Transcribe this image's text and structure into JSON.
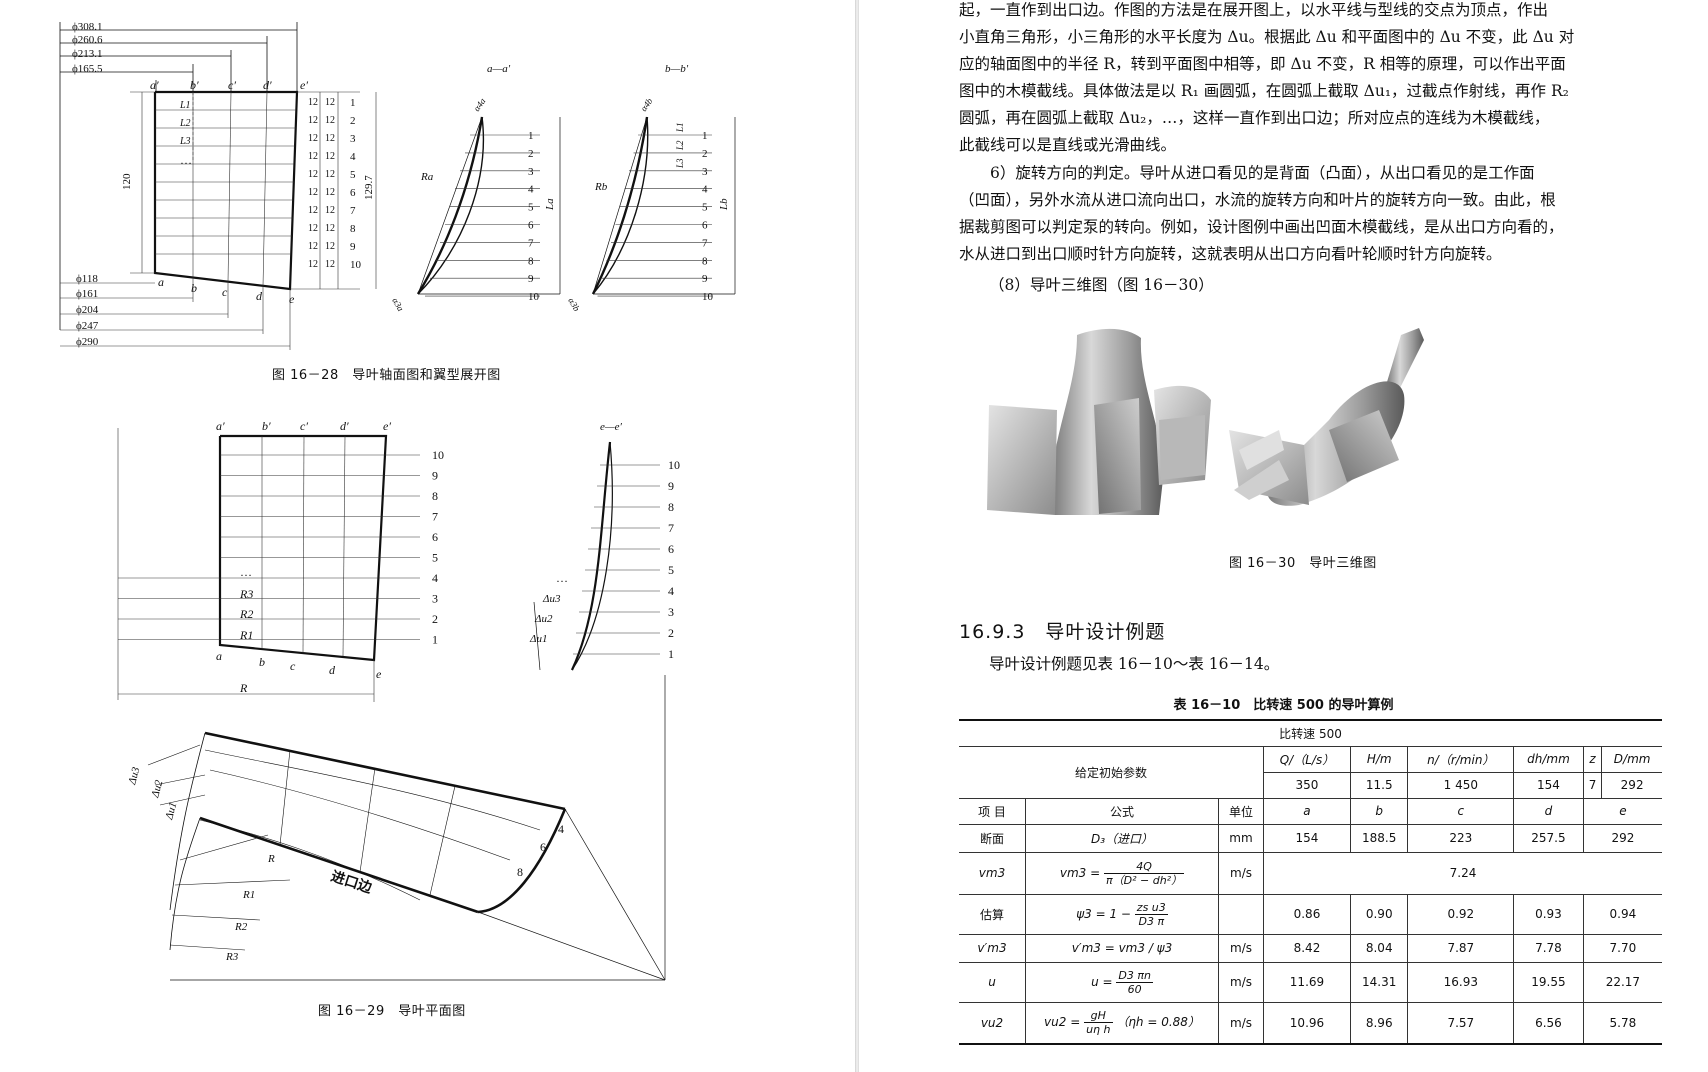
{
  "left": {
    "fig28": {
      "caption": "图 16－28　导叶轴面图和翼型展开图",
      "diameters_top": [
        "ϕ308.1",
        "ϕ260.6",
        "ϕ213.1",
        "ϕ165.5"
      ],
      "diameters_bottom": [
        "ϕ118",
        "ϕ161",
        "ϕ204",
        "ϕ247",
        "ϕ290"
      ],
      "top_points": [
        "a′",
        "b′",
        "c′",
        "d′",
        "e′"
      ],
      "bottom_points": [
        "a",
        "b",
        "c",
        "d",
        "e"
      ],
      "height_left": "120",
      "height_right": "129.7",
      "spacing": "12",
      "station_numbers": [
        "1",
        "2",
        "3",
        "4",
        "5",
        "6",
        "7",
        "8",
        "9",
        "10"
      ],
      "l_labels": [
        "L1",
        "L2",
        "L3"
      ],
      "dots": "…",
      "section_a_title": "a—a′",
      "section_b_title": "b—b′",
      "r_a": "Ra",
      "r_b": "Rb",
      "l_a": "La",
      "l_b": "Lb",
      "alpha_4a": "α4a",
      "alpha_3a": "α3a",
      "alpha_4b": "α4b",
      "alpha_3b": "α3b"
    },
    "fig29": {
      "caption": "图 16－29　导叶平面图",
      "top_points": [
        "a′",
        "b′",
        "c′",
        "d′",
        "e′"
      ],
      "bottom_points": [
        "a",
        "b",
        "c",
        "d",
        "e"
      ],
      "station_numbers": [
        "10",
        "9",
        "8",
        "7",
        "6",
        "5",
        "4",
        "3",
        "2",
        "1"
      ],
      "radius_labels": [
        "R3",
        "R2",
        "R1"
      ],
      "r": "R",
      "dots": "…",
      "section_e_title": "e—e′",
      "du_labels": [
        "Δu3",
        "Δu2",
        "Δu1"
      ],
      "plan_du_labels": [
        "Δu3",
        "Δu2",
        "Δu1"
      ],
      "plan_r_labels": [
        "R",
        "R1",
        "R2",
        "R3"
      ],
      "plan_numbers": [
        "4",
        "6",
        "8"
      ],
      "inlet_edge": "进口边"
    }
  },
  "right": {
    "para1_lines": [
      "起，一直作到出口边。作图的方法是在展开图上，以水平线与型线的交点为顶点，作出",
      "小直角三角形，小三角形的水平长度为 Δu。根据此 Δu 和平面图中的 Δu 不变，此 Δu 对",
      "应的轴面图中的半径 R，转到平面图中相等，即 Δu 不变，R 相等的原理，可以作出平面",
      "图中的木模截线。具体做法是以 R₁ 画圆弧，在圆弧上截取 Δu₁，过截点作射线，再作 R₂",
      "圆弧，再在圆弧上截取 Δu₂，…，这样一直作到出口边；所对应点的连线为木模截线，",
      "此截线可以是直线或光滑曲线。"
    ],
    "para2_lines": [
      "6）旋转方向的判定。导叶从进口看见的是背面（凸面），从出口看见的是工作面",
      "（凹面），另外水流从进口流向出口，水流的旋转方向和叶片的旋转方向一致。由此，根",
      "据裁剪图可以判定泵的转向。例如，设计图例中画出凹面木模截线，是从出口方向看的，",
      "水从进口到出口顺时针方向旋转，这就表明从出口方向看叶轮顺时针方向旋转。"
    ],
    "para3": "（8）导叶三维图（图 16－30）",
    "fig30_caption": "图 16－30　导叶三维图",
    "section_heading": "16.9.3　导叶设计例题",
    "section_intro": "导叶设计例题见表 16－10～表 16－14。",
    "table": {
      "title": "表 16－10　比转速 500 的导叶算例",
      "header_span": "比转速 500",
      "given_label": "给定初始参数",
      "param_names": [
        "Q/（L/s）",
        "H/m",
        "n/（r/min）",
        "dh/mm",
        "z",
        "D/mm"
      ],
      "param_values": [
        "350",
        "11.5",
        "1 450",
        "154",
        "7",
        "292"
      ],
      "col_item": "项 目",
      "col_formula": "公式",
      "col_unit": "单位",
      "col_points": [
        "a",
        "b",
        "c",
        "d",
        "e"
      ],
      "rows": [
        {
          "item": "断面",
          "formula": "D₃（进口）",
          "unit": "mm",
          "values": [
            "154",
            "188.5",
            "223",
            "257.5",
            "292"
          ]
        },
        {
          "item": "vm3",
          "formula_lhs": "vm3 =",
          "formula_num": "4Q",
          "formula_den": "π（D² − dh²）",
          "unit": "m/s",
          "merged_value": "7.24"
        },
        {
          "item": "估算",
          "formula_lhs": "ψ3 = 1 −",
          "formula_num": "zs u3",
          "formula_den": "D3 π",
          "unit": "",
          "values": [
            "0.86",
            "0.90",
            "0.92",
            "0.93",
            "0.94"
          ]
        },
        {
          "item": "v′m3",
          "formula": "v′m3 = vm3 / ψ3",
          "unit": "m/s",
          "values": [
            "8.42",
            "8.04",
            "7.87",
            "7.78",
            "7.70"
          ]
        },
        {
          "item": "u",
          "formula_lhs": "u =",
          "formula_num": "D3 πn",
          "formula_den": "60",
          "unit": "m/s",
          "values": [
            "11.69",
            "14.31",
            "16.93",
            "19.55",
            "22.17"
          ]
        },
        {
          "item": "vu2",
          "formula_lhs": "vu2 =",
          "formula_num": "gH",
          "formula_den": "uη h",
          "formula_tail": "（ηh = 0.88）",
          "unit": "m/s",
          "values": [
            "10.96",
            "8.96",
            "7.57",
            "6.56",
            "5.78"
          ]
        }
      ]
    }
  }
}
